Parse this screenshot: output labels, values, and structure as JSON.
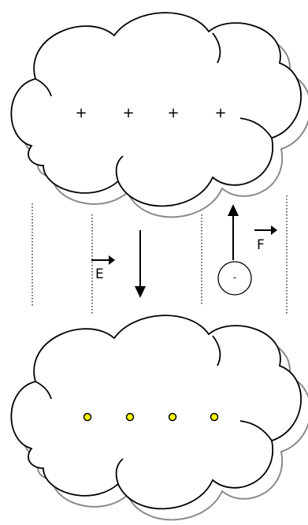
{
  "top_cloud": {
    "charges": [
      "+",
      "+",
      "+",
      "+"
    ]
  },
  "bottom_cloud": {
    "charge_count": 4,
    "charge_color": "#ffff00"
  },
  "field_vector": {
    "label": "E"
  },
  "force_vector": {
    "label": "F"
  },
  "electron": {
    "label": "-"
  },
  "colors": {
    "cloud_outline": "#000000",
    "cloud_shadow": "#8a8a8a",
    "charge_dot_fill": "#ffff00"
  }
}
